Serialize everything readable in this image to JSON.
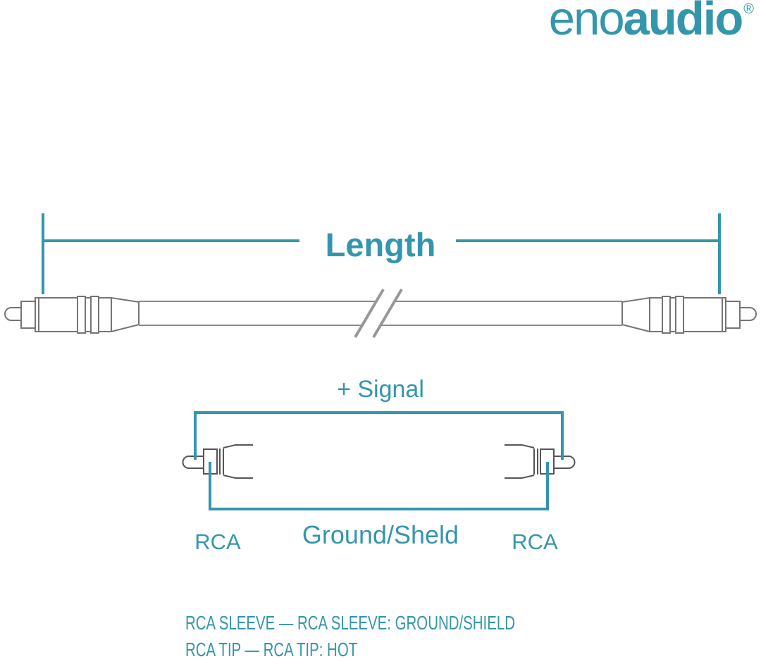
{
  "brand": {
    "logo_light": "eno",
    "logo_bold": "audio",
    "registered_mark": "®"
  },
  "diagram": {
    "length_label": "Length",
    "signal_label": "+ Signal",
    "ground_label": "Ground/Sheld",
    "rca_left_label": "RCA",
    "rca_right_label": "RCA"
  },
  "legend": {
    "sleeve_line": "RCA SLEEVE — RCA SLEEVE: GROUND/SHIELD",
    "tip_line": "RCA TIP — RCA TIP: HOT"
  },
  "colors": {
    "accent_teal": "#3496ab",
    "connector_outline_gray": "#757575",
    "small_connector_gray": "#555555",
    "cable_gray": "#8a8a8a",
    "break_slash_gray": "#979797",
    "background": "#ffffff"
  }
}
